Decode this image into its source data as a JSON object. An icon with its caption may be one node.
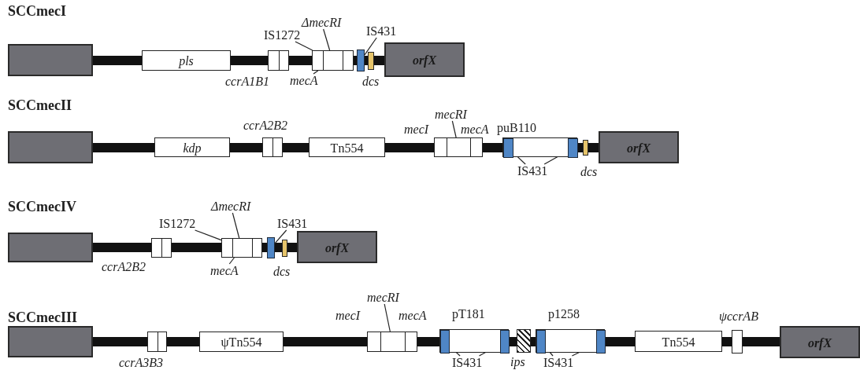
{
  "diagram": {
    "nodes": [
      {
        "text": [],
        "shape": "box"
      },
      {
        "text": [
          "pls"
        ]
      },
      {
        "text": [],
        "shape": "box",
        "beside": [
          "ccrA1B1"
        ]
      },
      {
        "text": [
          "IS1272"
        ]
      },
      {
        "text": [
          "ΔmecRI"
        ]
      },
      {
        "text": [],
        "shape": "box"
      },
      {
        "text": [
          "mecA"
        ]
      },
      {
        "text": [
          "IS431"
        ]
      },
      {
        "text": [],
        "shape": "box"
      },
      {
        "text": [],
        "shape": "box",
        "beside": [
          "dcs"
        ]
      },
      {
        "text": [
          "orfX"
        ]
      },
      {
        "text": [],
        "shape": "box"
      },
      {
        "text": [
          "kdp"
        ]
      },
      {
        "text": [],
        "shape": "box",
        "beside": [
          "ccrA2B2"
        ]
      },
      {
        "text": [
          "Tn554"
        ]
      },
      {
        "text": [
          "mecRI"
        ]
      },
      {
        "text": [],
        "shape": "box",
        "beside": [
          "mecI",
          "mecA"
        ]
      },
      {
        "text": [
          "puB110"
        ]
      },
      {
        "text": [],
        "shape": "box",
        "in": 17
      },
      {
        "text": [],
        "shape": "box",
        "in": 17
      },
      {
        "text": [
          "IS431"
        ]
      },
      {
        "text": [],
        "shape": "box",
        "beside": [
          "dcs"
        ]
      },
      {
        "text": [
          "orfX"
        ]
      },
      {
        "text": [],
        "shape": "box"
      },
      {
        "text": [],
        "shape": "box",
        "beside": [
          "ccrA2B2"
        ]
      },
      {
        "text": [
          "IS1272"
        ]
      },
      {
        "text": [
          "ΔmecRI"
        ]
      },
      {
        "text": [],
        "shape": "box"
      },
      {
        "text": [
          "mecA"
        ]
      },
      {
        "text": [
          "IS431"
        ]
      },
      {
        "text": [],
        "shape": "box"
      },
      {
        "text": [],
        "shape": "box",
        "beside": [
          "dcs"
        ]
      },
      {
        "text": [
          "orfX"
        ]
      },
      {
        "text": [],
        "shape": "box"
      },
      {
        "text": [],
        "shape": "box",
        "beside": [
          "ccrA3B3"
        ]
      },
      {
        "text": [
          "ψTn554"
        ]
      },
      {
        "text": [
          "mecRI"
        ]
      },
      {
        "text": [],
        "shape": "box",
        "beside": [
          "mecI",
          "mecA"
        ]
      },
      {
        "text": [
          "pT181"
        ]
      },
      {
        "text": [],
        "shape": "box",
        "in": 38
      },
      {
        "text": [],
        "shape": "box",
        "in": 38
      },
      {
        "text": [
          "IS431"
        ]
      },
      {
        "text": [],
        "shape": "box",
        "beside": [
          "ips"
        ]
      },
      {
        "text": [
          "p1258"
        ]
      },
      {
        "text": [],
        "shape": "box",
        "in": 43
      },
      {
        "text": [],
        "shape": "box",
        "in": 43
      },
      {
        "text": [
          "IS431"
        ]
      },
      {
        "text": [
          "Tn554"
        ]
      },
      {
        "text": [],
        "shape": "box",
        "beside": [
          "ψccrAB"
        ]
      },
      {
        "text": [
          "orfX"
        ]
      }
    ],
    "edges": [
      {
        "from": 3,
        "to": 5,
        "arrow": "none"
      },
      {
        "from": 4,
        "to": 5,
        "arrow": "none"
      },
      {
        "from": 6,
        "to": 5,
        "arrow": "none"
      },
      {
        "from": 7,
        "to": 8,
        "arrow": "none"
      },
      {
        "from": 15,
        "to": 16,
        "arrow": "none"
      },
      {
        "from": 20,
        "to": 18,
        "arrow": "none"
      },
      {
        "from": 20,
        "to": 19,
        "arrow": "none"
      },
      {
        "from": 25,
        "to": 27,
        "arrow": "none"
      },
      {
        "from": 26,
        "to": 27,
        "arrow": "none"
      },
      {
        "from": 28,
        "to": 27,
        "arrow": "none"
      },
      {
        "from": 29,
        "to": 30,
        "arrow": "none"
      },
      {
        "from": 36,
        "to": 37,
        "arrow": "none"
      },
      {
        "from": 41,
        "to": 39,
        "arrow": "none"
      },
      {
        "from": 41,
        "to": 40,
        "arrow": "none"
      },
      {
        "from": 46,
        "to": 44,
        "arrow": "none"
      },
      {
        "from": 46,
        "to": 45,
        "arrow": "none"
      }
    ],
    "labels": [
      "SCCmecI",
      "SCCmecII",
      "SCCmecIV",
      "SCCmecIII"
    ]
  }
}
